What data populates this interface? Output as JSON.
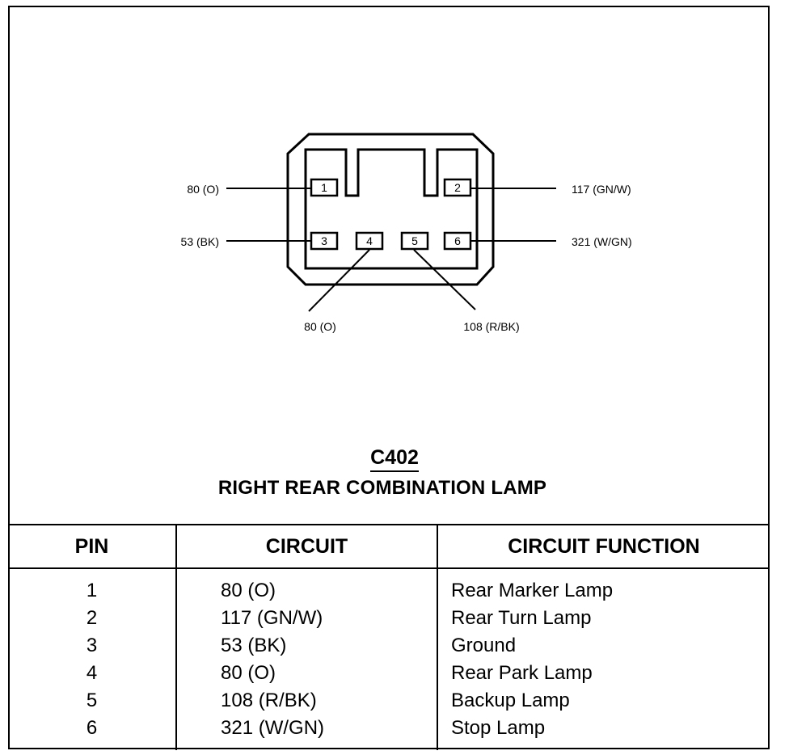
{
  "diagram": {
    "connector_id": "C402",
    "connector_name": "RIGHT REAR COMBINATION LAMP",
    "pins": [
      {
        "pin": "1",
        "wire": "80 (O)"
      },
      {
        "pin": "2",
        "wire": "117 (GN/W)"
      },
      {
        "pin": "3",
        "wire": "53 (BK)"
      },
      {
        "pin": "4",
        "wire": "80 (O)"
      },
      {
        "pin": "5",
        "wire": "108 (R/BK)"
      },
      {
        "pin": "6",
        "wire": "321 (W/GN)"
      }
    ]
  },
  "table": {
    "headers": {
      "pin": "PIN",
      "circuit": "CIRCUIT",
      "function": "CIRCUIT FUNCTION"
    },
    "rows": [
      {
        "pin": "1",
        "circuit": "80 (O)",
        "function": "Rear Marker Lamp"
      },
      {
        "pin": "2",
        "circuit": "117 (GN/W)",
        "function": "Rear Turn Lamp"
      },
      {
        "pin": "3",
        "circuit": "53 (BK)",
        "function": "Ground"
      },
      {
        "pin": "4",
        "circuit": "80 (O)",
        "function": "Rear Park Lamp"
      },
      {
        "pin": "5",
        "circuit": "108 (R/BK)",
        "function": "Backup Lamp"
      },
      {
        "pin": "6",
        "circuit": "321 (W/GN)",
        "function": "Stop Lamp"
      }
    ]
  }
}
